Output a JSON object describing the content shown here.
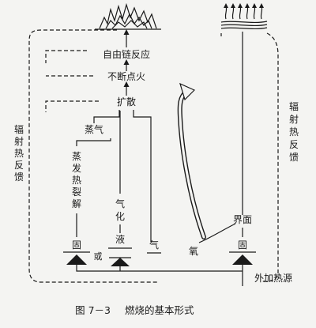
{
  "labels": {
    "chain_reaction": "自由链反应",
    "continuous_fire": "不断点火",
    "diffusion": "扩散",
    "vapor": "蒸气",
    "evap_pyrolysis": [
      "蒸",
      "发",
      "热",
      "裂",
      "解"
    ],
    "gasify": [
      "气",
      "化"
    ],
    "radiation_left": [
      "辐",
      "射",
      "热",
      "反",
      "馈"
    ],
    "radiation_right": [
      "辐",
      "射",
      "热",
      "反",
      "馈"
    ],
    "solid_left": "固",
    "or": "或",
    "liquid": "液",
    "gas": "气",
    "oxygen": "氧",
    "interface": "界面",
    "solid_right": "固",
    "external_heat": "外加热源"
  },
  "caption": {
    "figure_no": "图 7－3",
    "title": "燃烧的基本形式"
  },
  "colors": {
    "ink": "#1a1a1a",
    "paper": "#f4f4f2"
  }
}
